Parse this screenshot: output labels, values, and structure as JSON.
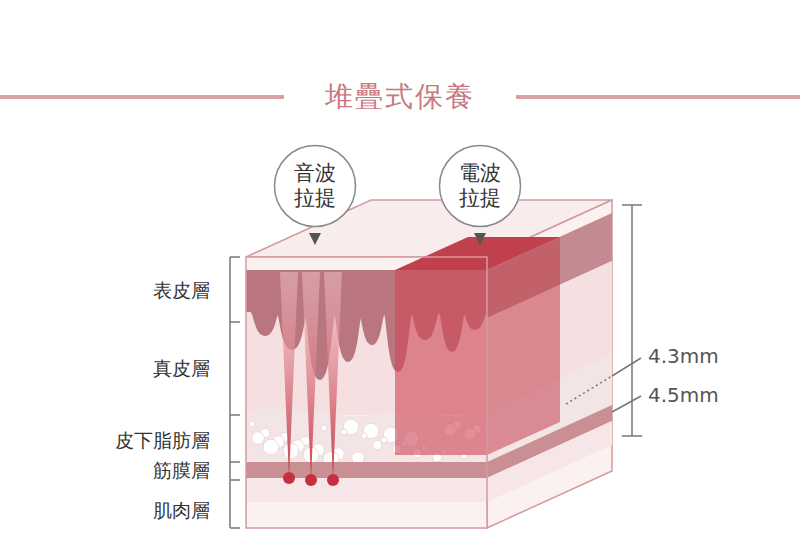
{
  "diagram": {
    "title": "堆疊式保養",
    "nodes": [
      {
        "text": [
          "音波 拉提"
        ]
      },
      {
        "text": [
          "電波 拉提"
        ]
      }
    ],
    "labels": [
      "表皮層",
      "真皮層",
      "皮下脂肪層",
      "筋膜層",
      "肌肉層",
      "4.3mm",
      "4.5mm"
    ]
  }
}
